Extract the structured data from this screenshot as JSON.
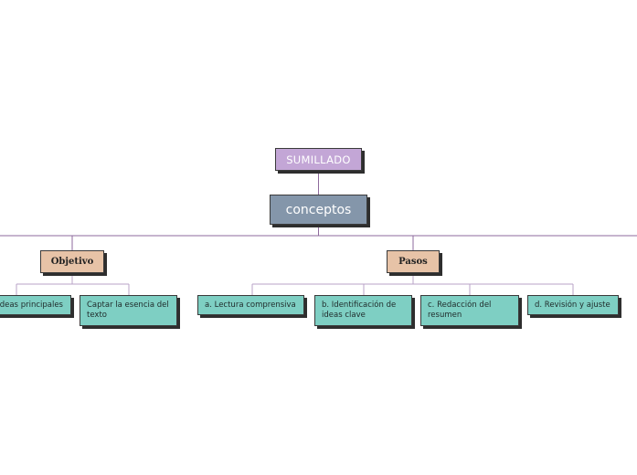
{
  "root": {
    "label": "SUMILLADO"
  },
  "central": {
    "label": "conceptos"
  },
  "objetivo": {
    "label": "Objetivo",
    "children": [
      "Ideas principales",
      "Captar la esencia del texto"
    ]
  },
  "pasos": {
    "label": "Pasos",
    "children": [
      "a. Lectura comprensiva",
      "b. Identificación de ideas clave",
      "c. Redacción del resumen",
      "d. Revisión y ajuste"
    ]
  },
  "colors": {
    "root": "#c3a6d6",
    "central": "#8496aa",
    "main_topic": "#e7c3a7",
    "subtopic": "#7ecfc3",
    "connector": "#8e6a9c"
  }
}
